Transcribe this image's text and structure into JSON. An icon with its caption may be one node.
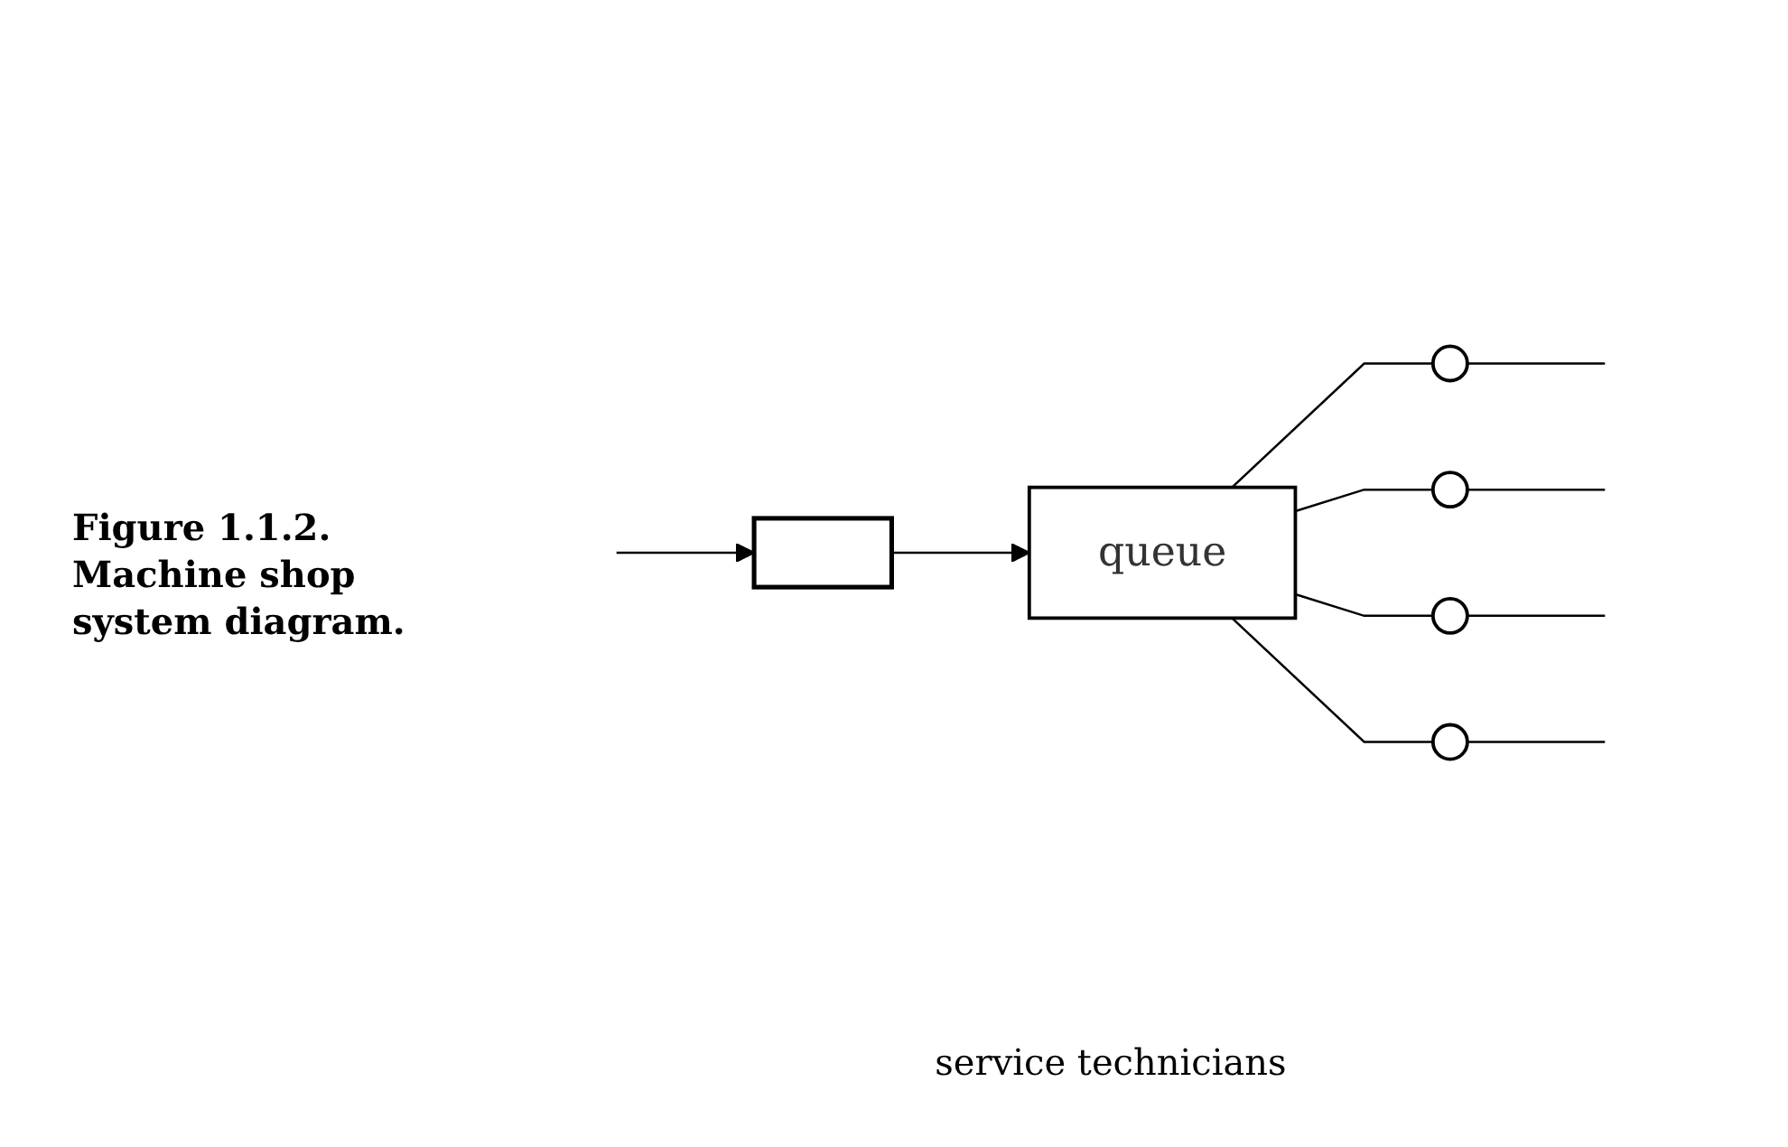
{
  "diagram": {
    "caption": "Figure 1.1.2. Machine shop system diagram.",
    "nodes": [
      {
        "text": [],
        "shape": "box"
      },
      {
        "text": [
          "queue"
        ]
      },
      {
        "text": [],
        "shape": "circle"
      },
      {
        "text": [],
        "shape": "circle"
      },
      {
        "text": [],
        "shape": "circle"
      },
      {
        "text": [],
        "shape": "circle"
      }
    ],
    "edges": [
      {
        "from": null,
        "to": 0,
        "arrow": "to"
      },
      {
        "from": 0,
        "to": 1,
        "arrow": "to"
      },
      {
        "from": 1,
        "to": 2,
        "arrow": "none"
      },
      {
        "from": 1,
        "to": 3,
        "arrow": "none"
      },
      {
        "from": 1,
        "to": 4,
        "arrow": "none"
      },
      {
        "from": 1,
        "to": 5,
        "arrow": "none"
      },
      {
        "from": 2,
        "to": null,
        "arrow": "none"
      },
      {
        "from": 3,
        "to": null,
        "arrow": "none"
      },
      {
        "from": 4,
        "to": null,
        "arrow": "none"
      },
      {
        "from": 5,
        "to": null,
        "arrow": "none"
      }
    ],
    "labels": [
      "service technicians"
    ]
  }
}
